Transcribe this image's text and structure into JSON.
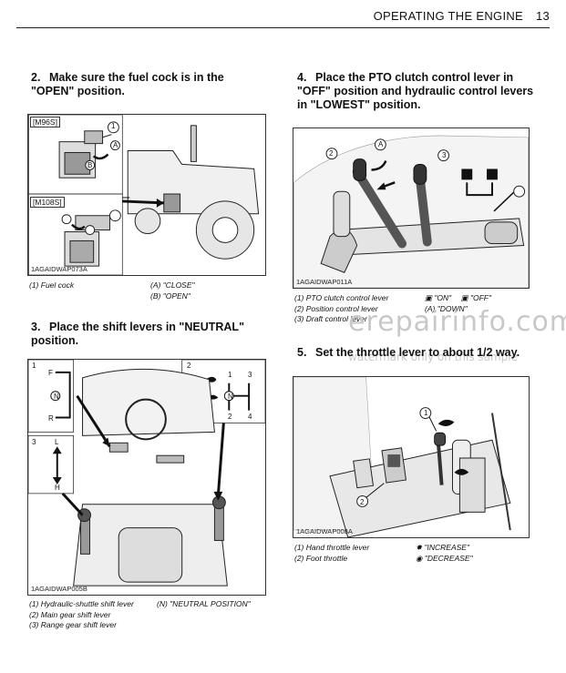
{
  "header": {
    "title": "OPERATING THE ENGINE",
    "page_number": "13"
  },
  "steps": {
    "s2": {
      "num": "2.",
      "text": "Make sure the fuel cock is in the \"OPEN\" position."
    },
    "s3": {
      "num": "3.",
      "text": "Place the shift levers in \"NEUTRAL\" position."
    },
    "s4": {
      "num": "4.",
      "text": "Place the PTO clutch control lever in \"OFF\" position and hydraulic control levers in \"LOWEST\" position."
    },
    "s5": {
      "num": "5.",
      "text": "Set the throttle lever to about 1/2 way."
    }
  },
  "fig_fuel": {
    "id": "1AGAIDWAP073A",
    "labels": {
      "m96": "[M96S]",
      "m108": "[M108S]",
      "one": "1",
      "a": "A",
      "b": "B"
    },
    "captions": {
      "c1": "(1) Fuel cock",
      "ca": "(A) \"CLOSE\"",
      "cb": "(B) \"OPEN\""
    }
  },
  "fig_shift": {
    "id": "1AGAIDWAP005B",
    "labels": {
      "one": "1",
      "two": "2",
      "three": "3",
      "f": "F",
      "n": "N",
      "r": "R",
      "l": "L",
      "h": "H",
      "g1": "1",
      "g2": "2",
      "g3": "3",
      "g4": "4"
    },
    "captions": {
      "c1": "(1) Hydraulic-shuttle shift lever",
      "cn": "(N) \"NEUTRAL POSITION\"",
      "c2": "(2) Main gear shift lever",
      "c3": "(3) Range gear shift lever"
    }
  },
  "fig_pto": {
    "id": "1AGAIDWAP011A",
    "labels": {
      "a": "A",
      "two": "2",
      "three": "3"
    },
    "captions": {
      "c1": "(1) PTO clutch control lever",
      "on": "\"ON\"",
      "off": "\"OFF\"",
      "c2": "(2) Position control lever",
      "ca": "(A) \"DOWN\"",
      "c3": "(3) Draft control lever"
    }
  },
  "fig_throttle": {
    "id": "1AGAIDWAP008A",
    "labels": {
      "one": "1",
      "two": "2"
    },
    "captions": {
      "c1": "(1) Hand throttle lever",
      "inc": "\"INCREASE\"",
      "c2": "(2) Foot throttle",
      "dec": "\"DECREASE\""
    }
  },
  "watermark": {
    "line1": "erepairinfo.com",
    "line2": "watermark only on this sample"
  }
}
